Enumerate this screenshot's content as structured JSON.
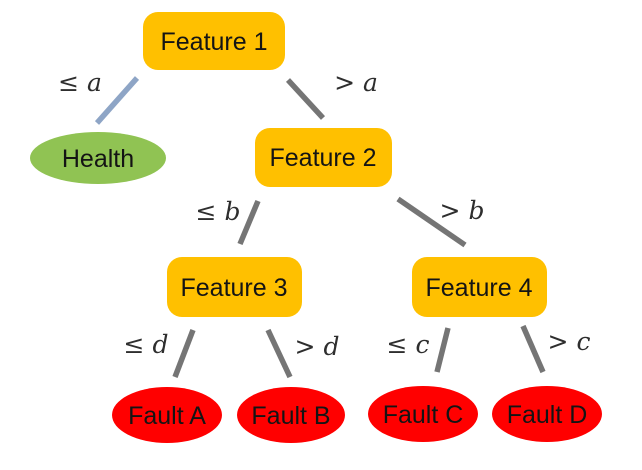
{
  "diagram": {
    "type": "decision-tree",
    "background": "#ffffff",
    "colors": {
      "feature_node": "#FFC000",
      "health_node": "#90C353",
      "fault_node": "#FF0000",
      "edge_gray": "#757575",
      "edge_bluegray": "#8EA5C6",
      "node_text": "#141414",
      "edge_label_text": "#2e2e2e"
    },
    "nodes": {
      "feature1": {
        "label": "Feature 1",
        "kind": "decision"
      },
      "feature2": {
        "label": "Feature 2",
        "kind": "decision"
      },
      "feature3": {
        "label": "Feature 3",
        "kind": "decision"
      },
      "feature4": {
        "label": "Feature 4",
        "kind": "decision"
      },
      "health": {
        "label": "Health",
        "kind": "leaf-ok"
      },
      "faultA": {
        "label": "Fault A",
        "kind": "leaf-fault"
      },
      "faultB": {
        "label": "Fault B",
        "kind": "leaf-fault"
      },
      "faultC": {
        "label": "Fault C",
        "kind": "leaf-fault"
      },
      "faultD": {
        "label": "Fault D",
        "kind": "leaf-fault"
      }
    },
    "edges": {
      "f1_health": {
        "label": "≤ a",
        "from": "feature1",
        "to": "health"
      },
      "f1_f2": {
        "label": "> a",
        "from": "feature1",
        "to": "feature2"
      },
      "f2_f3": {
        "label": "≤ b",
        "from": "feature2",
        "to": "feature3"
      },
      "f2_f4": {
        "label": "> b",
        "from": "feature2",
        "to": "feature4"
      },
      "f3_faultA": {
        "label": "≤ d",
        "from": "feature3",
        "to": "faultA"
      },
      "f3_faultB": {
        "label": "> d",
        "from": "feature3",
        "to": "faultB"
      },
      "f4_faultC": {
        "label": "≤ c",
        "from": "feature4",
        "to": "faultC"
      },
      "f4_faultD": {
        "label": "> c",
        "from": "feature4",
        "to": "faultD"
      }
    }
  }
}
